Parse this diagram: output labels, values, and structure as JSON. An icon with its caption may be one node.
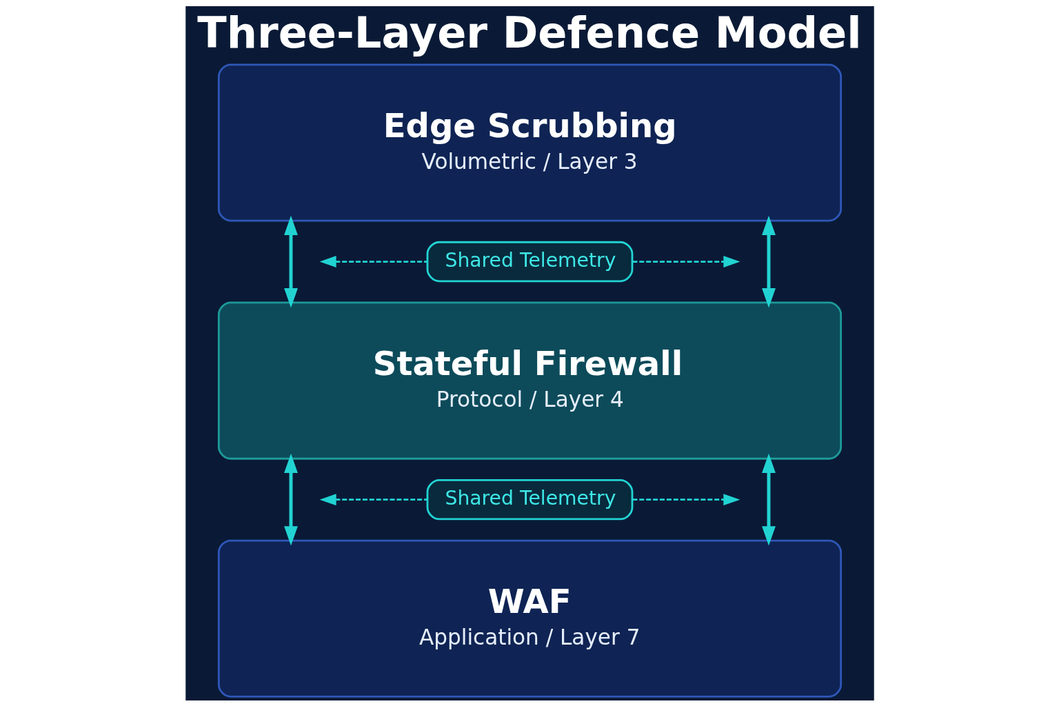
{
  "diagram": {
    "title": "Three-Layer Defence Model",
    "nodes": [
      {
        "text": [
          "Edge Scrubbing",
          "Volumetric / Layer 3"
        ]
      },
      {
        "text": [
          "Stateful Firewall",
          "Protocol / Layer 4"
        ]
      },
      {
        "text": [
          "WAF",
          "Application / Layer 7"
        ]
      },
      {
        "text": [
          "Shared Telemetry"
        ]
      },
      {
        "text": [
          "Shared Telemetry"
        ]
      }
    ],
    "edges": [
      {
        "from": 0,
        "to": 1,
        "arrow": "both"
      },
      {
        "from": 0,
        "to": 1,
        "arrow": "both"
      },
      {
        "from": 3,
        "to": null,
        "arrow": "to",
        "style": "dashed"
      },
      {
        "from": 3,
        "to": null,
        "arrow": "to",
        "style": "dashed"
      },
      {
        "from": 1,
        "to": 2,
        "arrow": "both"
      },
      {
        "from": 1,
        "to": 2,
        "arrow": "both"
      },
      {
        "from": 4,
        "to": null,
        "arrow": "to",
        "style": "dashed"
      },
      {
        "from": 4,
        "to": null,
        "arrow": "to",
        "style": "dashed"
      }
    ]
  }
}
